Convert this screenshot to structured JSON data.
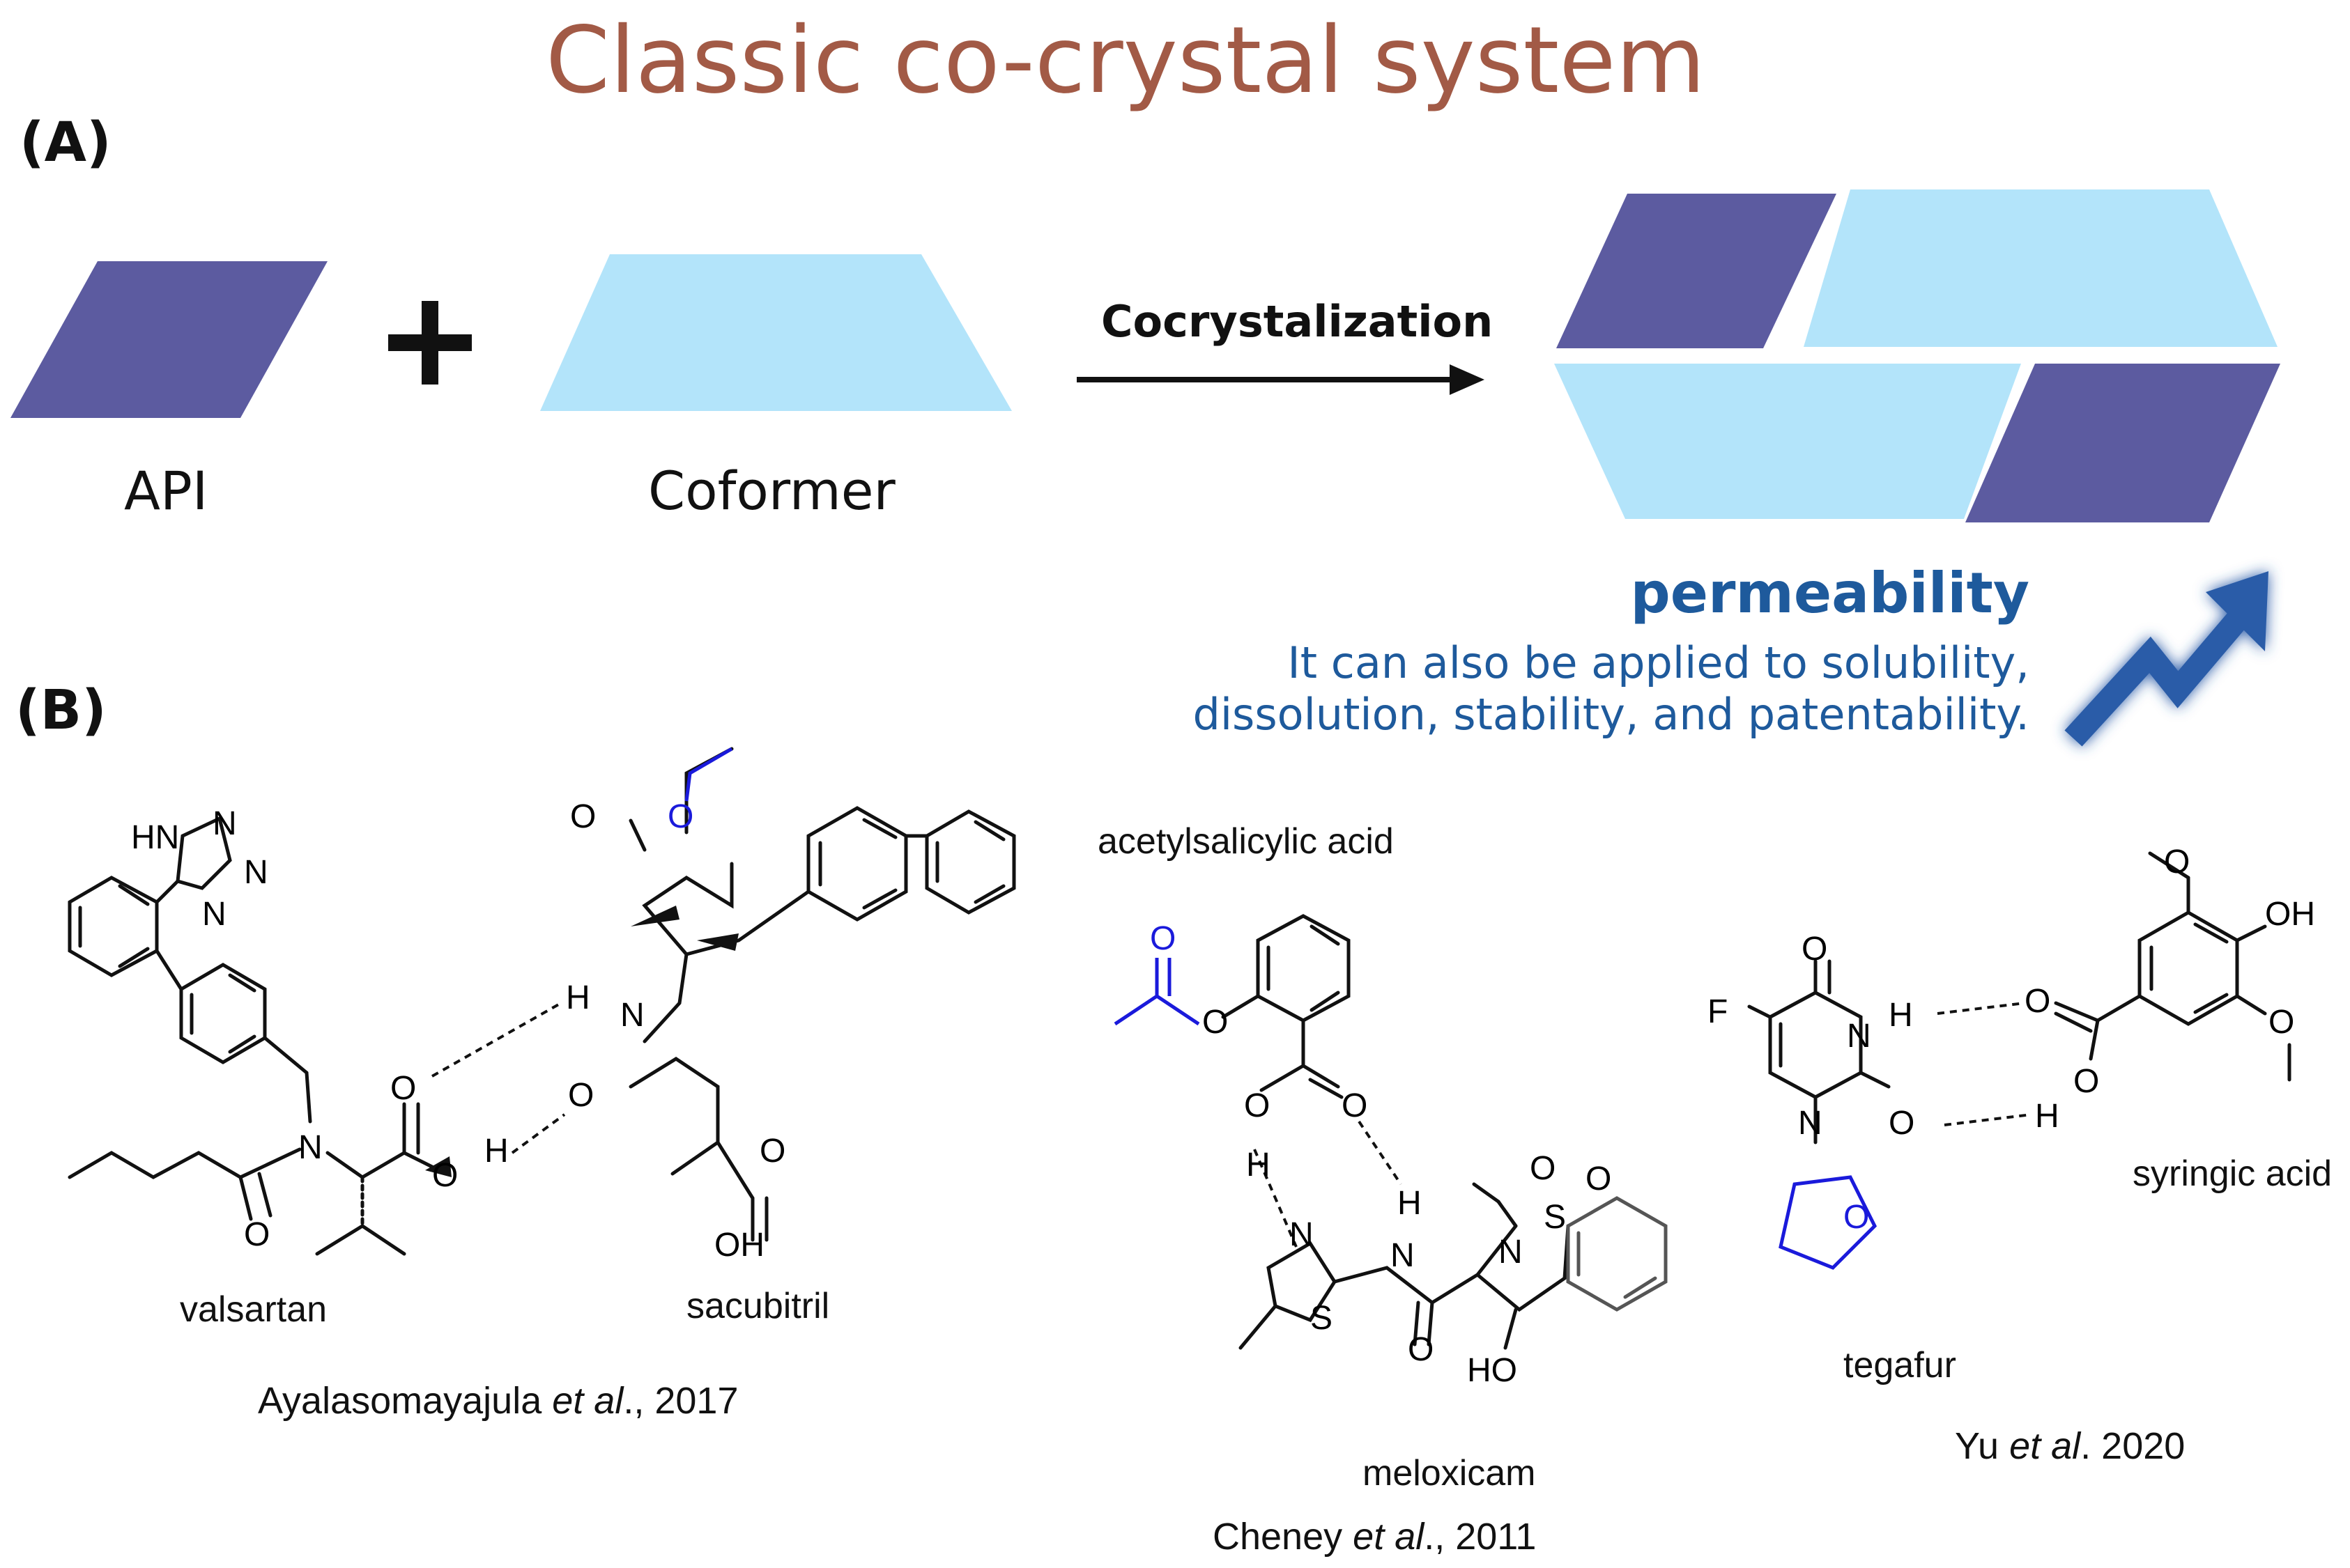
{
  "title": "Classic co-crystal system",
  "panel_a": {
    "label": "(A)",
    "api_label": "API",
    "coformer_label": "Coformer",
    "arrow_label": "Cocrystalization",
    "benefit_title": "permeability",
    "benefit_note_line1": "It can also be applied to solubility,",
    "benefit_note_line2": "dissolution, stability, and patentability."
  },
  "panel_b": {
    "label": "(B)",
    "systems": [
      {
        "molecules": [
          "valsartan",
          "sacubitril"
        ],
        "citation": {
          "author": "Ayalasomayajula",
          "etal": "et al",
          "rest": "., 2017"
        }
      },
      {
        "molecules": [
          "acetylsalicylic acid",
          "meloxicam"
        ],
        "citation": {
          "author": "Cheney",
          "etal": "et al",
          "rest": "., 2011"
        }
      },
      {
        "molecules": [
          "tegafur",
          "syringic acid"
        ],
        "citation": {
          "author": "Yu",
          "etal": "et al",
          "rest": ". 2020"
        }
      }
    ]
  },
  "atoms": {
    "hn": "HN",
    "n": "N",
    "o": "O",
    "h": "H",
    "oh": "OH",
    "ho": "HO",
    "s": "S",
    "f": "F",
    "o2": "O"
  },
  "colors": {
    "title": "#a25a46",
    "api": "#5c5ba0",
    "coformer": "#b3e4fa",
    "benefit_text": "#1e5a9c",
    "highlight_group": "#1a1adb",
    "trend_arrow": "#2a5ca8"
  },
  "icons": [
    "plus-icon",
    "reaction-arrow-icon",
    "trend-up-arrow-icon"
  ]
}
